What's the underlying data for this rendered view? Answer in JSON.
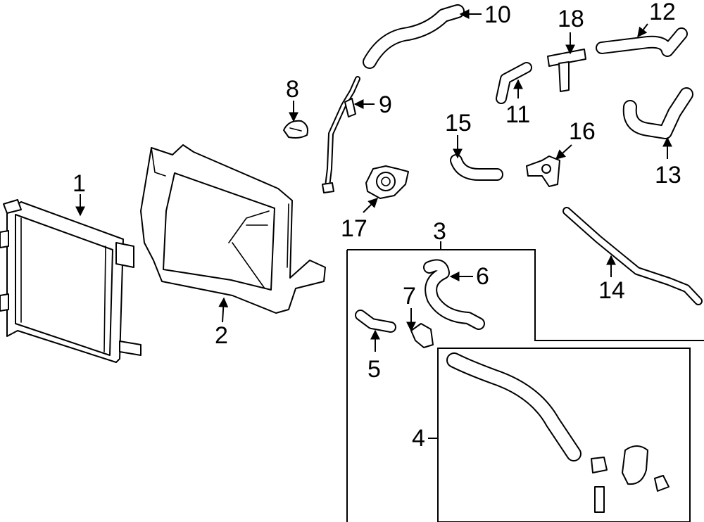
{
  "diagram": {
    "background": "#ffffff",
    "line_color": "#000000",
    "callouts": {
      "c1": "1",
      "c2": "2",
      "c3": "3",
      "c4": "4",
      "c5": "5",
      "c6": "6",
      "c7": "7",
      "c8": "8",
      "c9": "9",
      "c10": "10",
      "c11": "11",
      "c12": "12",
      "c13": "13",
      "c14": "14",
      "c15": "15",
      "c16": "16",
      "c17": "17",
      "c18": "18"
    }
  }
}
